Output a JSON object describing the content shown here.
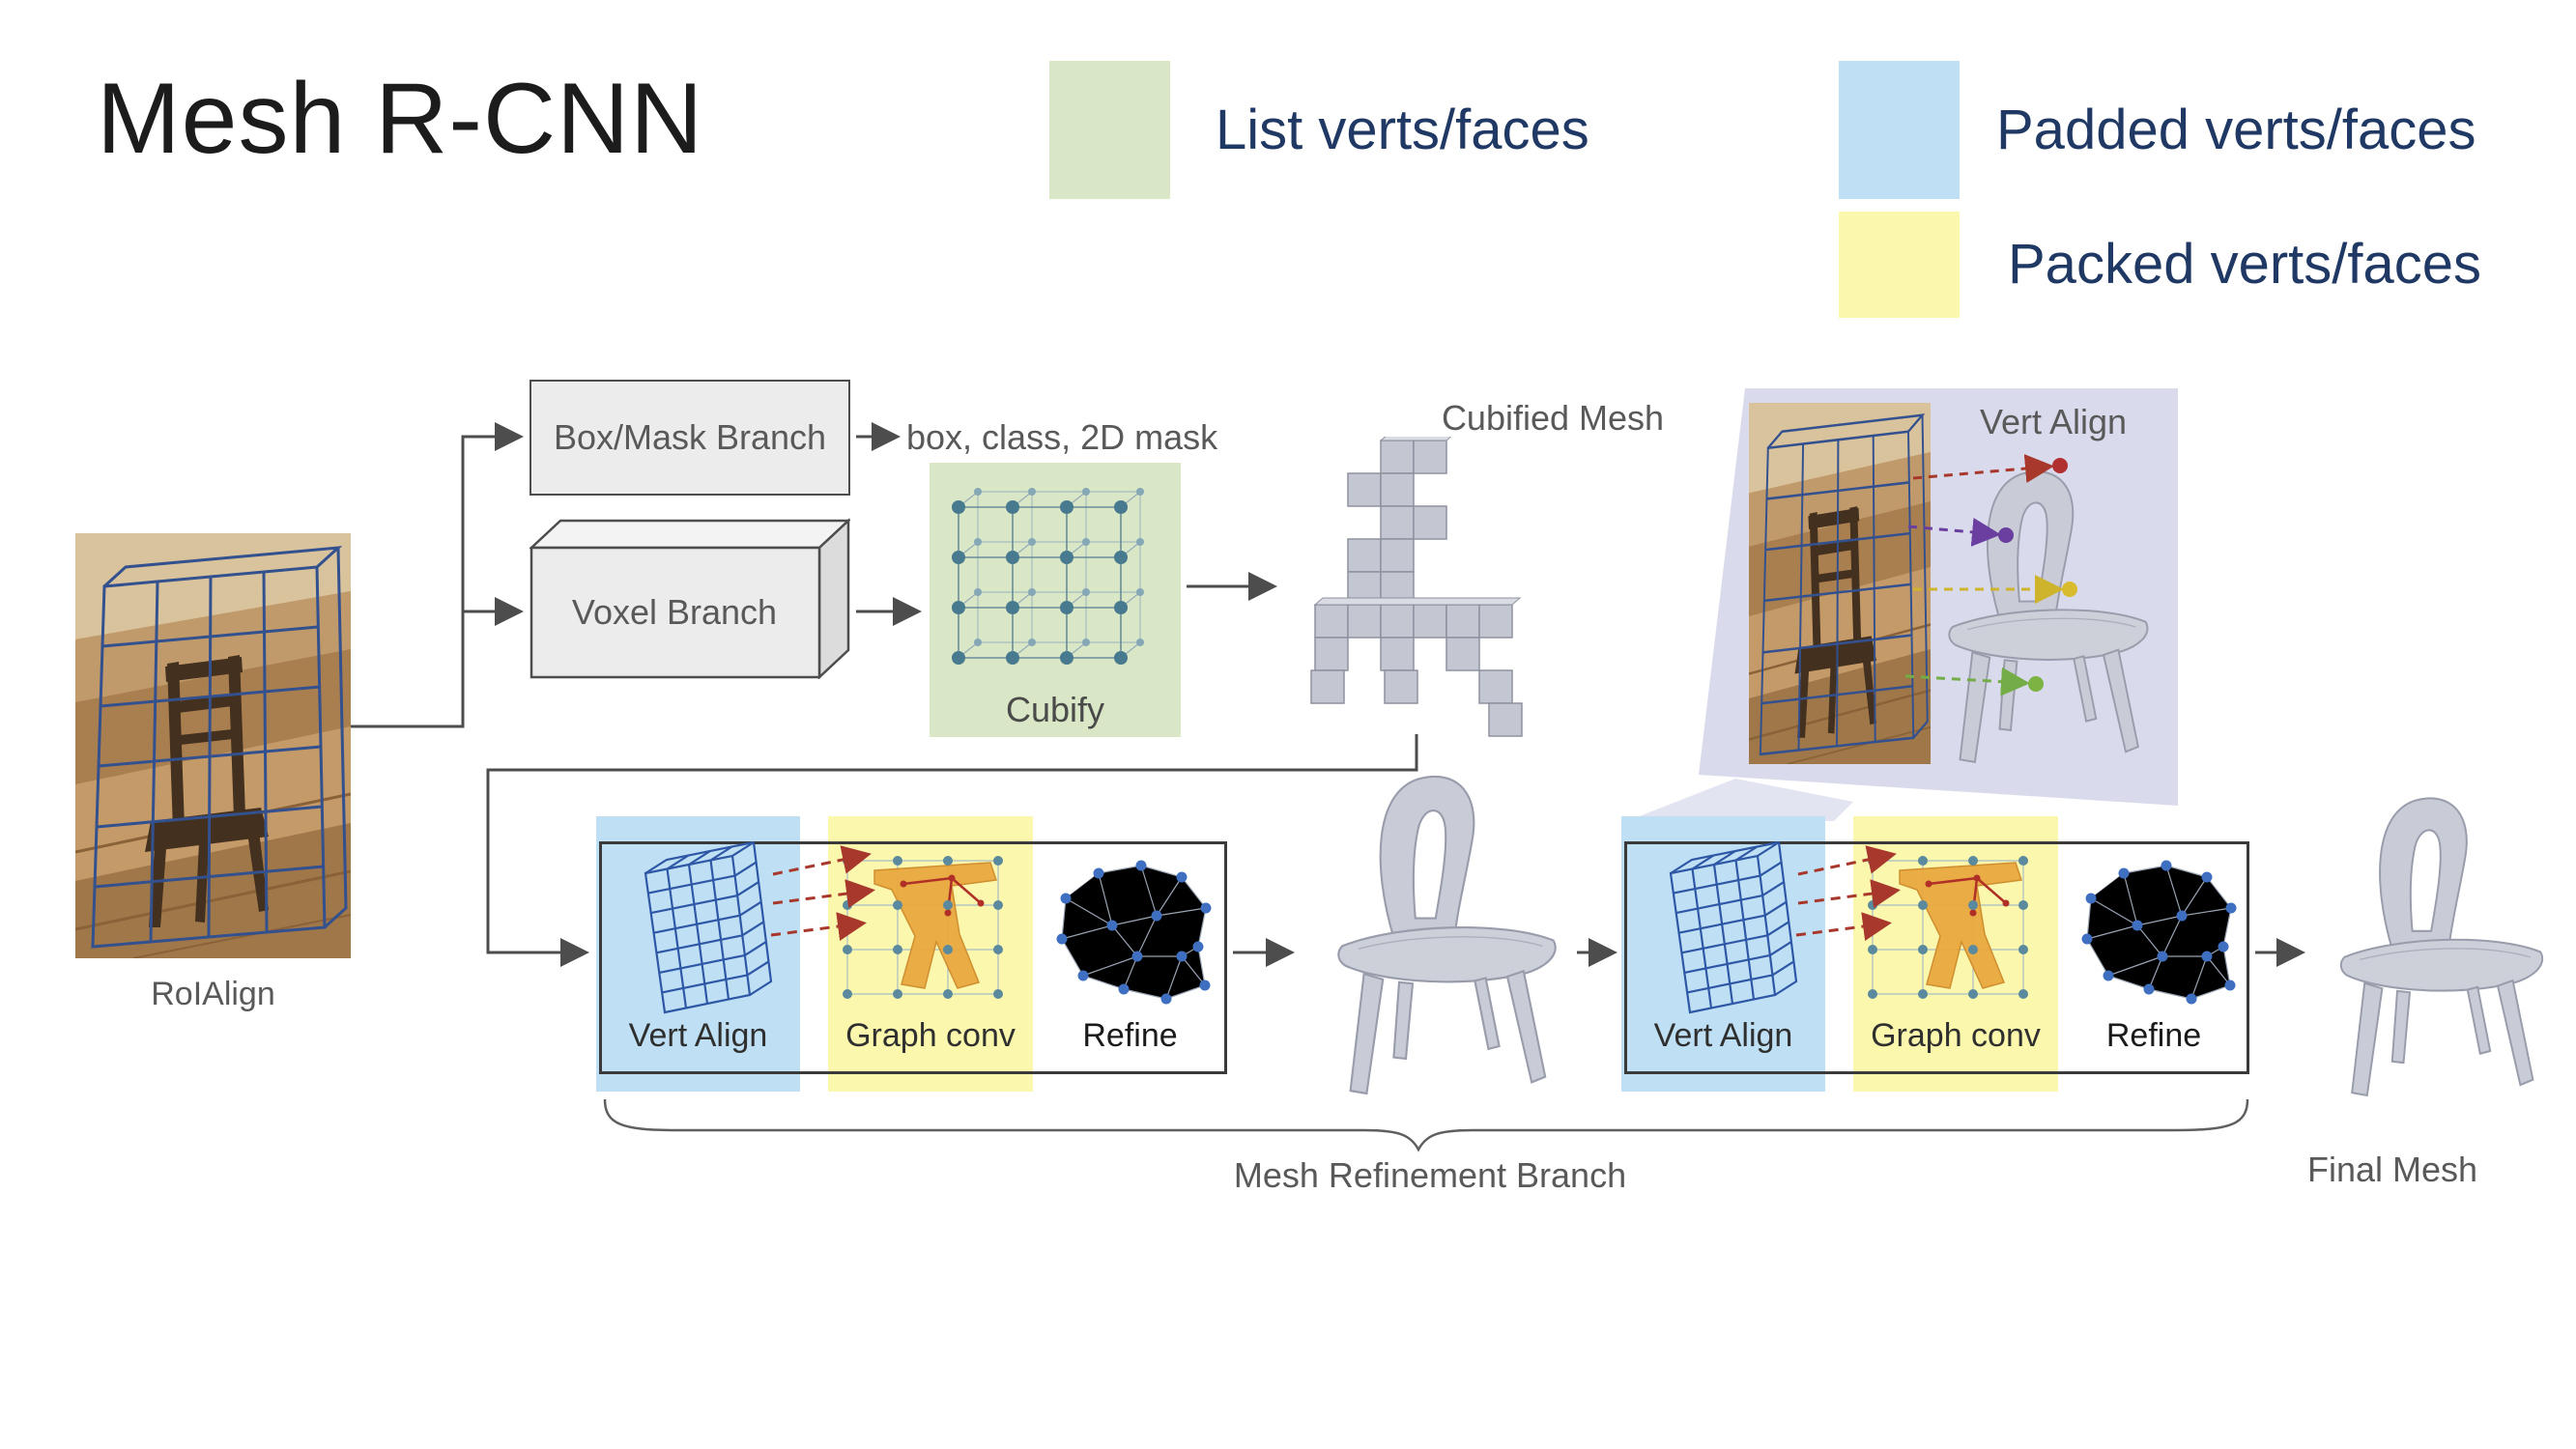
{
  "title": "Mesh R-CNN",
  "legend": {
    "text_color": "#1f3864",
    "items": [
      {
        "label": "List verts/faces",
        "color": "#d9e7c6",
        "swatch": "green-swatch"
      },
      {
        "label": "Padded verts/faces",
        "color": "#bfe0f4",
        "swatch": "blue-swatch"
      },
      {
        "label": "Packed verts/faces",
        "color": "#fbf7ad",
        "swatch": "yellow-swatch"
      }
    ]
  },
  "pipeline": {
    "input_label": "RoIAlign",
    "box_mask_branch_label": "Box/Mask Branch",
    "box_outputs_label": "box, class, 2D mask",
    "voxel_branch_label": "Voxel Branch",
    "cubify_label": "Cubify",
    "cubified_mesh_label": "Cubified Mesh",
    "vert_align_panel_label": "Vert Align",
    "stages": [
      {
        "vert_align_label": "Vert Align",
        "graph_conv_label": "Graph conv",
        "refine_label": "Refine"
      },
      {
        "vert_align_label": "Vert Align",
        "graph_conv_label": "Graph conv",
        "refine_label": "Refine"
      }
    ],
    "refinement_brace_label": "Mesh Refinement Branch",
    "final_mesh_label": "Final Mesh"
  },
  "colors": {
    "list_green": "#d9e7c6",
    "padded_blue": "#bfe0f4",
    "packed_yellow": "#fbf7ad",
    "panel_lavender": "#d9dbec",
    "arrow_gray": "#4d4d4d",
    "label_gray": "#595959",
    "grid_blue": "#2e57a6"
  }
}
